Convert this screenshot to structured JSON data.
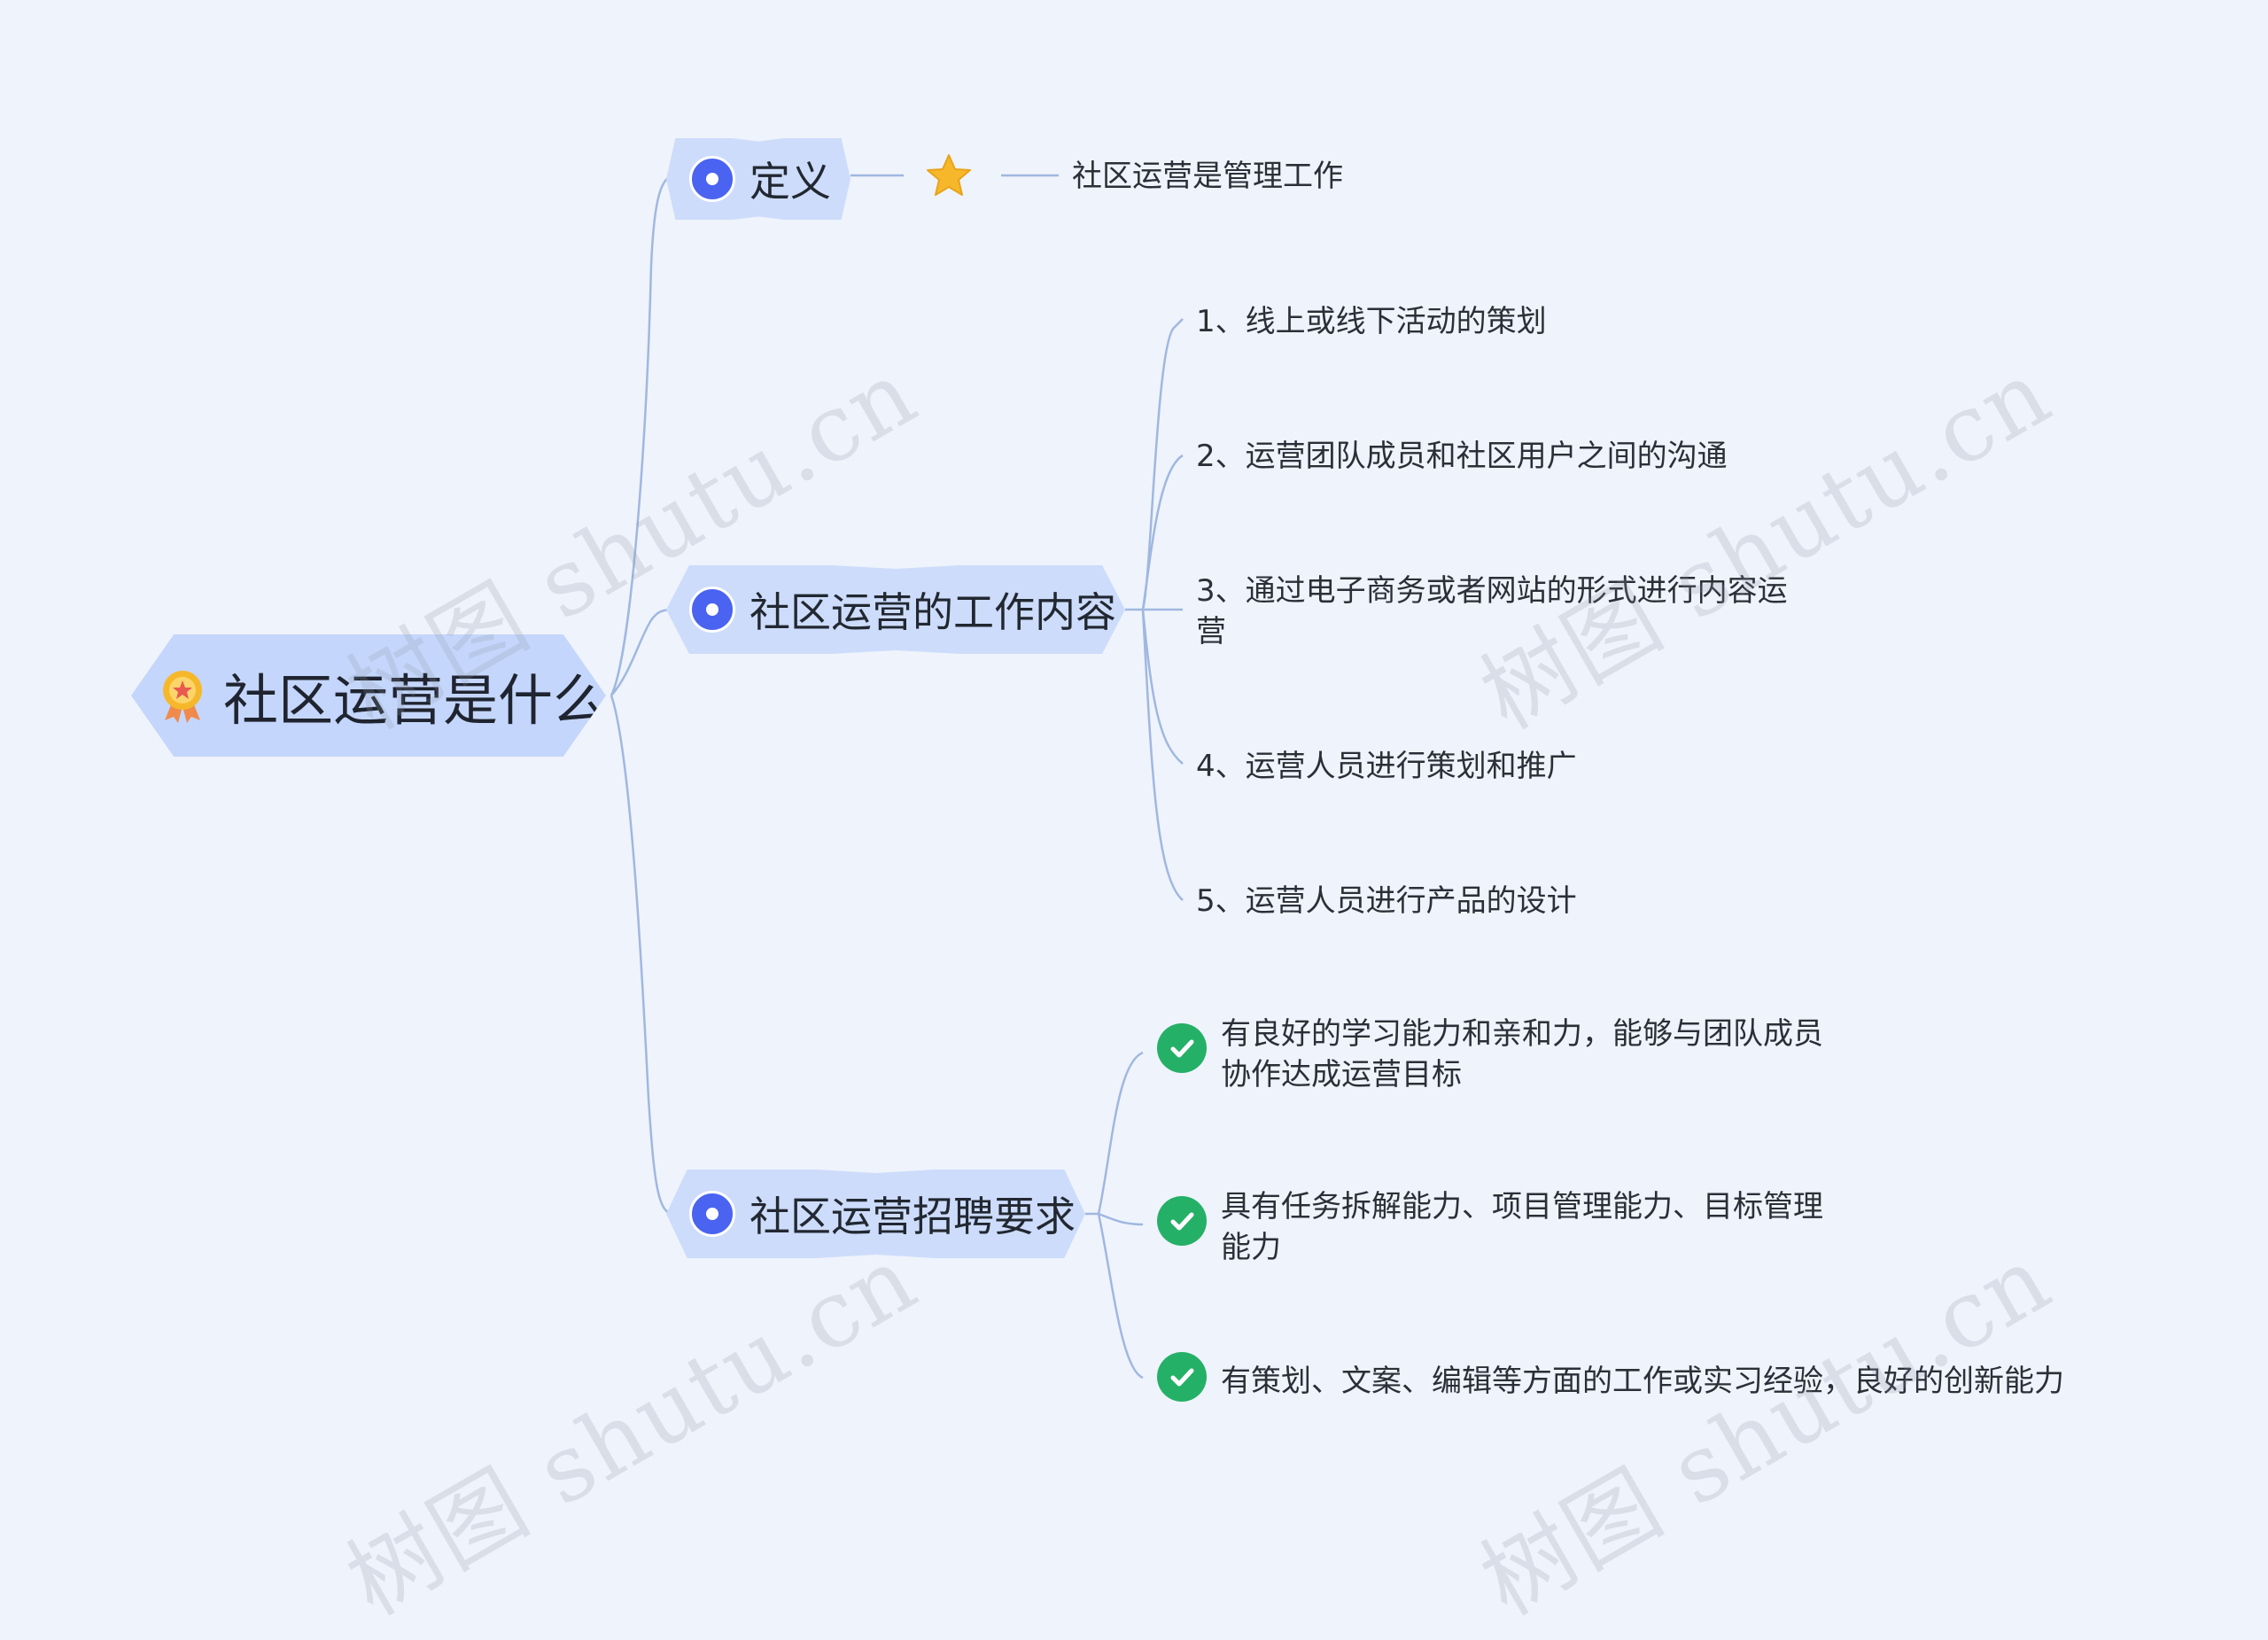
{
  "watermark": "树图 shutu.cn",
  "root": {
    "label": "社区运营是什么",
    "icon": "award-badge-icon"
  },
  "branches": [
    {
      "label": "定义",
      "marker": "star-icon",
      "children": [
        "社区运营是管理工作"
      ]
    },
    {
      "label": "社区运营的工作内容",
      "children": [
        "1、线上或线下活动的策划",
        "2、运营团队成员和社区用户之间的沟通",
        "3、通过电子商务或者网站的形式进行内容运\n营",
        "4、运营人员进行策划和推广",
        "5、运营人员进行产品的设计"
      ]
    },
    {
      "label": "社区运营招聘要求",
      "marker": "check-circle-icon",
      "children": [
        "有良好的学习能力和亲和力，能够与团队成员\n协作达成运营目标",
        "具有任务拆解能力、项目管理能力、目标管理\n能力",
        "有策划、文案、编辑等方面的工作或实习经验，良好的创新能力"
      ]
    }
  ],
  "colors": {
    "background": "#eff3fb",
    "node_fill": "#c4d6fb",
    "bullet": "#4a63f0",
    "connector": "#9fb8e0",
    "check": "#25b067",
    "star": "#f6b82a"
  }
}
